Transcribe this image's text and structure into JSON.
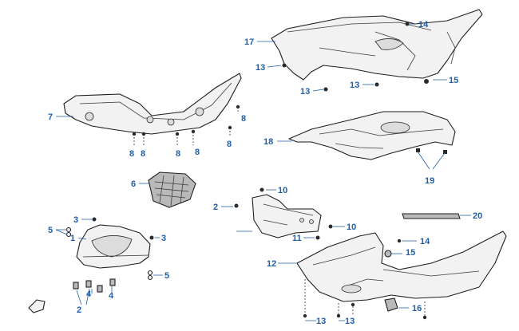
{
  "callouts": {
    "c1": "1",
    "c2a": "2",
    "c2b": "2",
    "c3a": "3",
    "c3b": "3",
    "c4a": "4",
    "c4b": "4",
    "c5a": "5",
    "c5b": "5",
    "c6": "6",
    "c7": "7",
    "c8a": "8",
    "c8b": "8",
    "c8c": "8",
    "c8d": "8",
    "c8e": "8",
    "c8f": "8",
    "c10a": "10",
    "c10b": "10",
    "c11": "11",
    "c12": "12",
    "c13a": "13",
    "c13b": "13",
    "c13c": "13",
    "c13d": "13",
    "c13e": "13",
    "c14a": "14",
    "c14b": "14",
    "c15a": "15",
    "c15b": "15",
    "c16": "16",
    "c17": "17",
    "c18": "18",
    "c19": "19",
    "c20": "20"
  },
  "colors": {
    "callout": "#1f5fa8",
    "line": "#1e1e1e",
    "fill": "#f2f2f2"
  }
}
